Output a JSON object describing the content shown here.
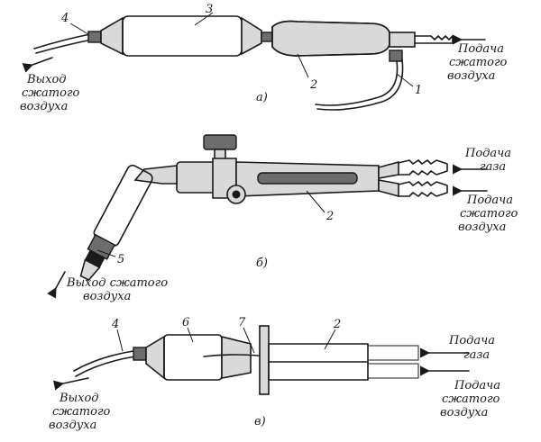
{
  "fig_a": {
    "letter": "а)",
    "parts": [
      "1",
      "2",
      "3",
      "4"
    ],
    "out_label": [
      "Выход",
      "сжатого",
      "воздуха"
    ],
    "in_label": [
      "Подача",
      "сжатого",
      "воздуха"
    ]
  },
  "fig_b": {
    "letter": "б)",
    "parts": [
      "2",
      "5"
    ],
    "gas_label": [
      "Подача",
      "газа"
    ],
    "air_label": [
      "Подача",
      "сжатого",
      "воздуха"
    ],
    "out_label": [
      "Выход сжатого",
      "воздуха"
    ]
  },
  "fig_c": {
    "letter": "в)",
    "parts": [
      "4",
      "6",
      "7",
      "2"
    ],
    "gas_label": [
      "Подача",
      "газа"
    ],
    "air_label": [
      "Подача",
      "сжатого",
      "воздуха"
    ],
    "out_label": [
      "Выход",
      "сжатого",
      "воздуха"
    ]
  },
  "colors": {
    "ink": "#1a1a1a",
    "metal": "#d9d9d9",
    "shade": "#6d6d6d"
  },
  "icons": [
    "arrow-left-icon",
    "arrow-down-left-icon"
  ]
}
